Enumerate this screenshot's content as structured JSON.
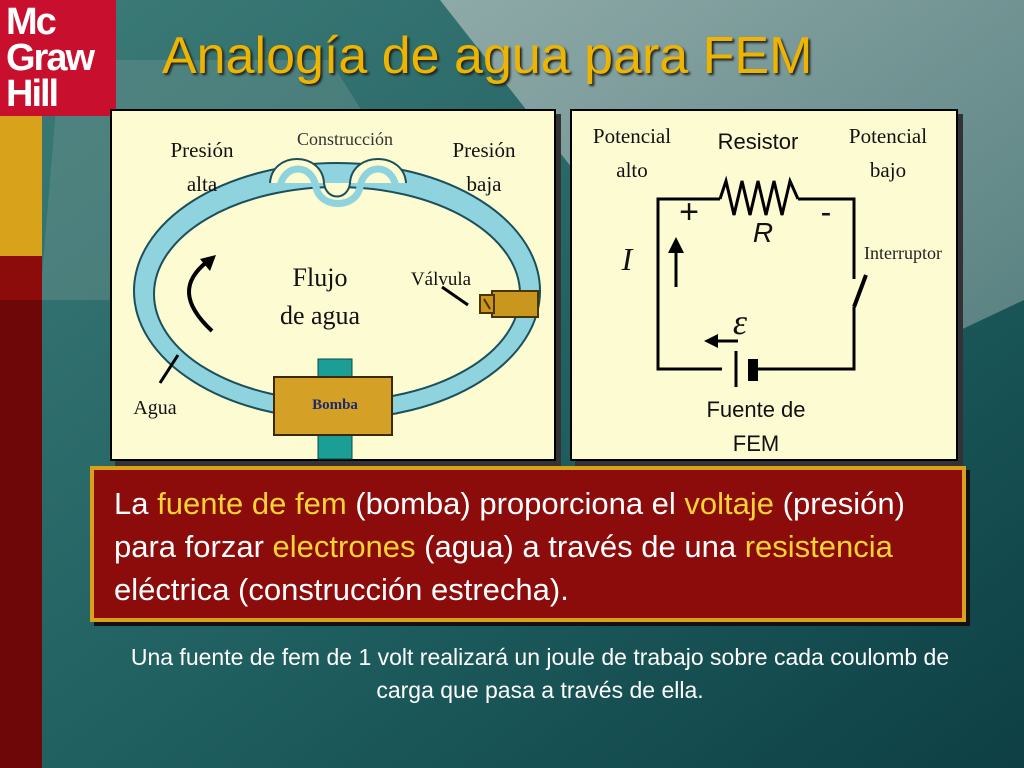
{
  "slide": {
    "title": "Analogía de agua para FEM",
    "colors": {
      "title": "#eeb500",
      "panel": "#fdfbd2",
      "statement_bg": "#8c0b0b",
      "highlight": "#f5d433"
    }
  },
  "logo": {
    "line1": "Mc",
    "line2": "Graw",
    "line3": "Hill"
  },
  "water_diagram": {
    "high_pressure": "Presión\nalta",
    "construction": "Construcción",
    "low_pressure": "Presión\nbaja",
    "flow": "Flujo\nde agua",
    "valve": "Válvula",
    "water": "Agua",
    "pump": "Bomba"
  },
  "circuit_diagram": {
    "high_potential": "Potencial\nalto",
    "resistor": "Resistor",
    "low_potential": "Potencial\nbajo",
    "plus": "+",
    "minus": "-",
    "resistance_symbol": "R",
    "current_symbol": "I",
    "switch": "Interruptor",
    "emf_symbol": "ε",
    "source": "Fuente de\nFEM"
  },
  "statement": {
    "t1": "La ",
    "h1": "fuente de fem",
    "t2": " (bomba) proporciona el ",
    "h2": "voltaje",
    "t3": " (presión) para forzar ",
    "h3": "electrones",
    "t4": " (agua) a través de una ",
    "h4": "resistencia",
    "t5": " eléctrica (construcción estrecha)."
  },
  "footnote": "Una fuente de fem de 1 volt realizará un joule de trabajo sobre cada coulomb de carga que pasa a través de ella."
}
